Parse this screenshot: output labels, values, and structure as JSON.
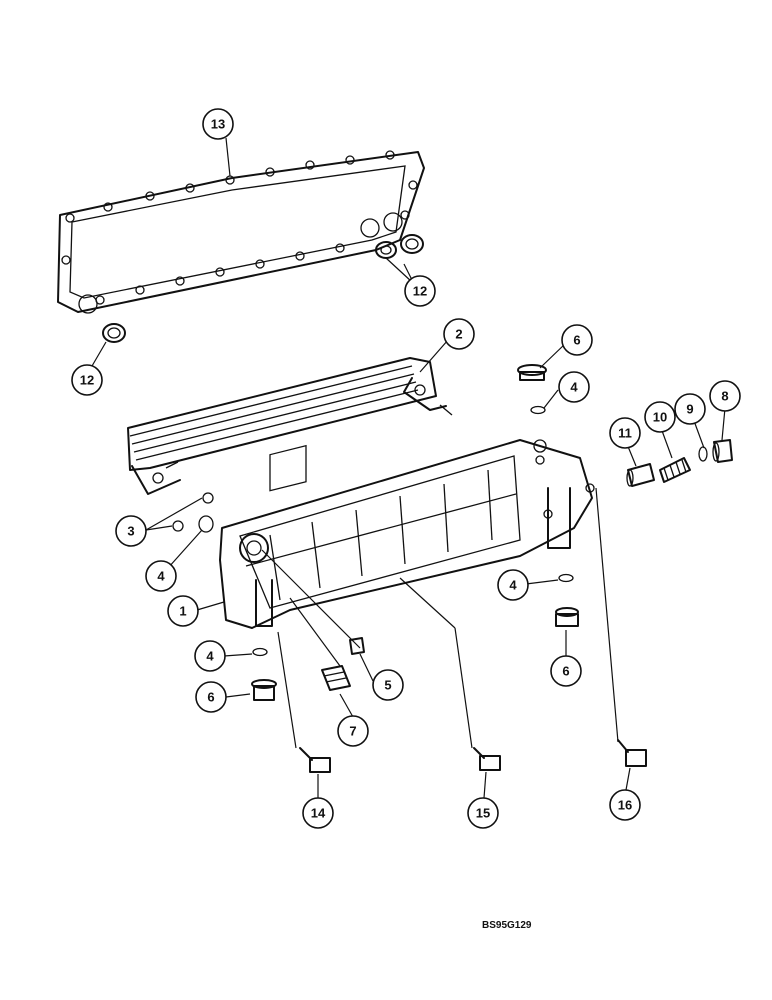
{
  "drawing_ref": "BS95G129",
  "callouts": [
    {
      "label": "13"
    },
    {
      "label": "12"
    },
    {
      "label": "12"
    },
    {
      "label": "2"
    },
    {
      "label": "6"
    },
    {
      "label": "4"
    },
    {
      "label": "8"
    },
    {
      "label": "9"
    },
    {
      "label": "10"
    },
    {
      "label": "11"
    },
    {
      "label": "3"
    },
    {
      "label": "4"
    },
    {
      "label": "1"
    },
    {
      "label": "4"
    },
    {
      "label": "4"
    },
    {
      "label": "6"
    },
    {
      "label": "5"
    },
    {
      "label": "6"
    },
    {
      "label": "7"
    },
    {
      "label": "14"
    },
    {
      "label": "15"
    },
    {
      "label": "16"
    }
  ]
}
